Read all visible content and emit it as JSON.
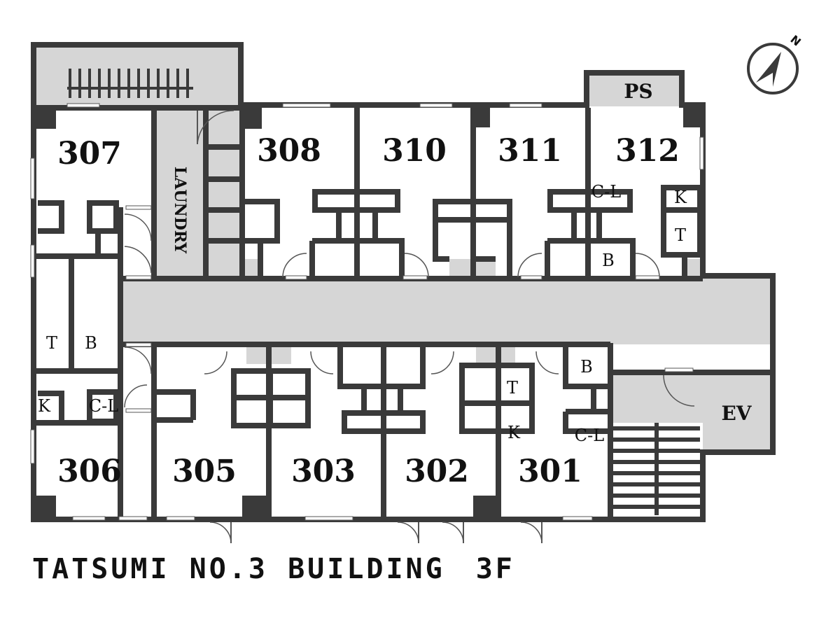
{
  "title": "TATSUMI NO.3 BUILDING　3F",
  "north_label": "N",
  "rooms": {
    "r307": "307",
    "r308": "308",
    "r310": "310",
    "r311": "311",
    "r312": "312",
    "r306": "306",
    "r305": "305",
    "r303": "303",
    "r302": "302",
    "r301": "301"
  },
  "areas": {
    "laundry": "LAUNDRY",
    "ps": "PS",
    "ev": "EV"
  },
  "fixtures": {
    "t": "T",
    "b": "B",
    "k": "K",
    "cl": "C-L"
  },
  "colors": {
    "wall": "#3a3a3a",
    "corridor": "#d6d6d6",
    "floor": "#ffffff"
  }
}
